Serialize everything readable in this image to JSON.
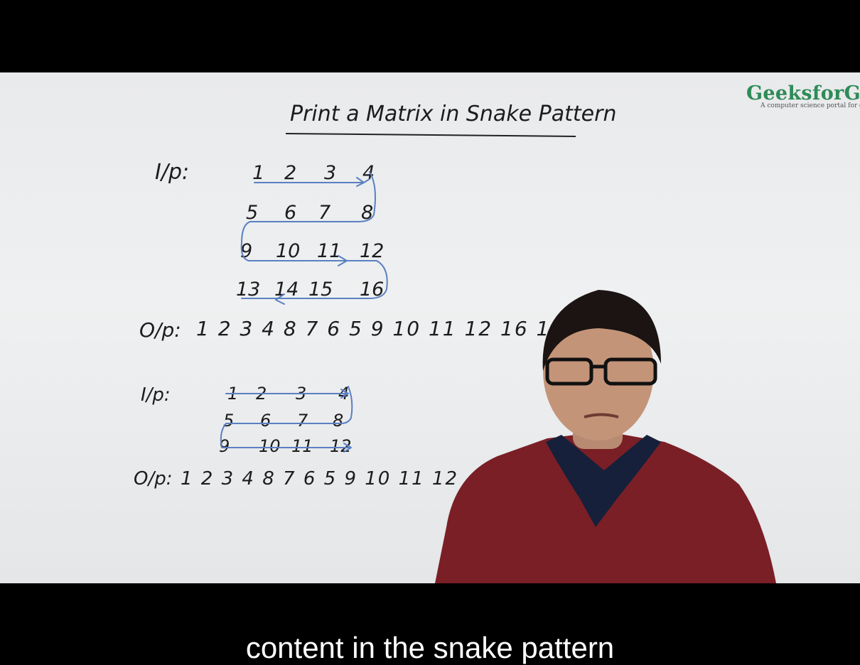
{
  "whiteboard": {
    "title": "Print a Matrix in Snake Pattern",
    "example1": {
      "input_label": "I/p:",
      "rows": [
        [
          "1",
          "2",
          "3",
          "4"
        ],
        [
          "5",
          "6",
          "7",
          "8"
        ],
        [
          "9",
          "10",
          "11",
          "12"
        ],
        [
          "13",
          "14",
          "15",
          "16"
        ]
      ],
      "output_label": "O/p:",
      "output": "1 2 3 4 8 7 6 5 9 10 11 12 16 15 14"
    },
    "example2": {
      "input_label": "I/p:",
      "rows": [
        [
          "1",
          "2",
          "3",
          "4"
        ],
        [
          "5",
          "6",
          "7",
          "8"
        ],
        [
          "9",
          "10",
          "11",
          "12"
        ]
      ],
      "output_label": "O/p:",
      "output": "1 2 3 4 8 7 6 5 9 10 11 12"
    }
  },
  "logo": {
    "name": "GeeksforGee",
    "tagline": "A computer science portal for ge"
  },
  "subtitle": "content in the snake pattern",
  "colors": {
    "logo_green": "#2e8b57",
    "ink": "#1c1c1c",
    "arrow_blue": "#5b7fc2",
    "sweater": "#7a1f26"
  }
}
